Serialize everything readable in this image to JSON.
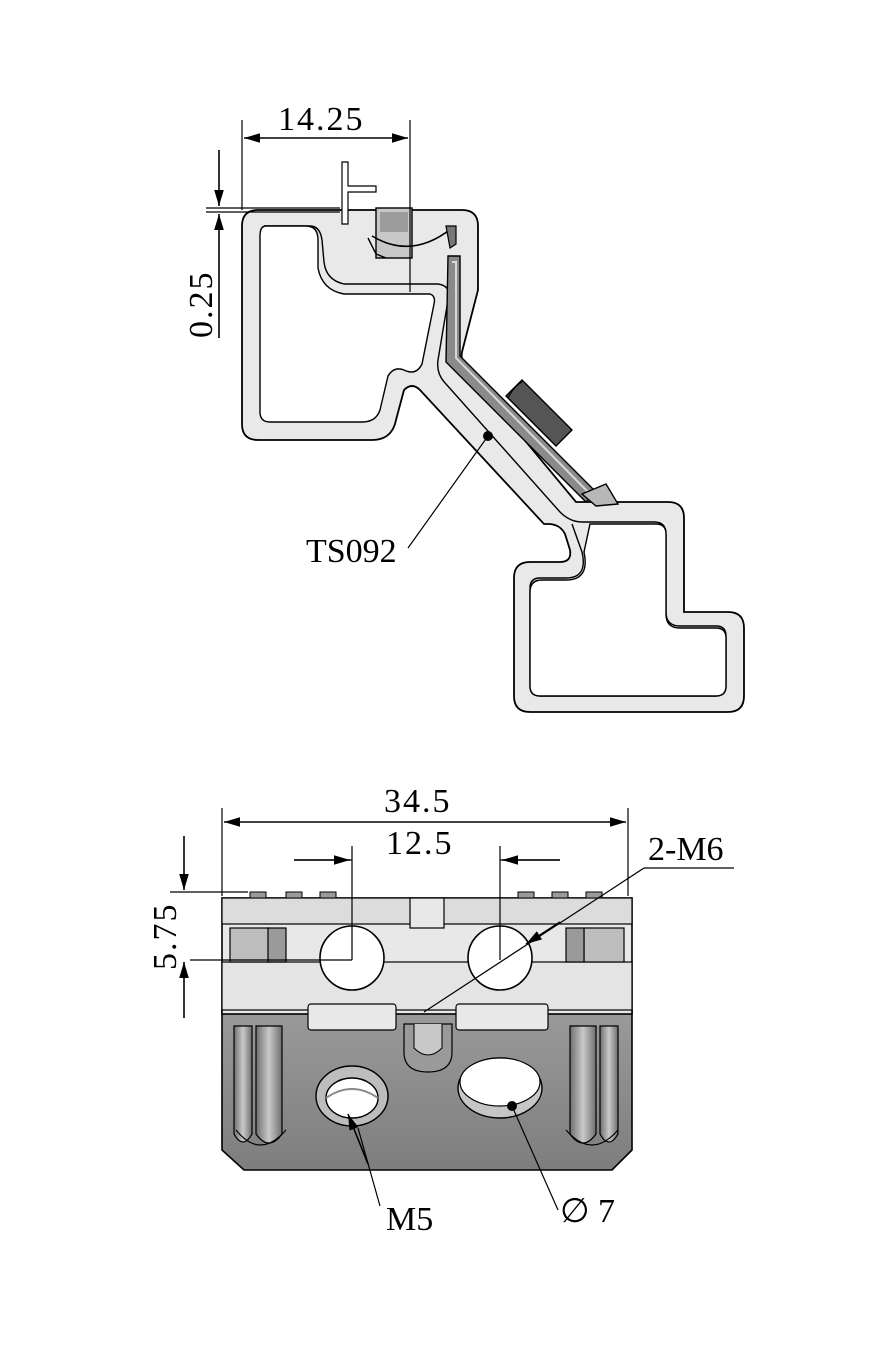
{
  "drawing": {
    "side_view": {
      "dim_width": "14.25",
      "dim_offset": "0.25",
      "part_label": "TS092"
    },
    "front_view": {
      "dim_overall": "34.5",
      "dim_hole_spacing": "12.5",
      "dim_height": "5.75",
      "holes_label": "2-M6",
      "thread_label": "M5",
      "bore_label": "7",
      "diameter_symbol": "∅"
    }
  },
  "colors": {
    "line": "#000000",
    "profile_fill": "#e8e8e8",
    "body_light": "#e6e6e6",
    "body_dark": "#8c8c8c",
    "background": "#ffffff"
  }
}
